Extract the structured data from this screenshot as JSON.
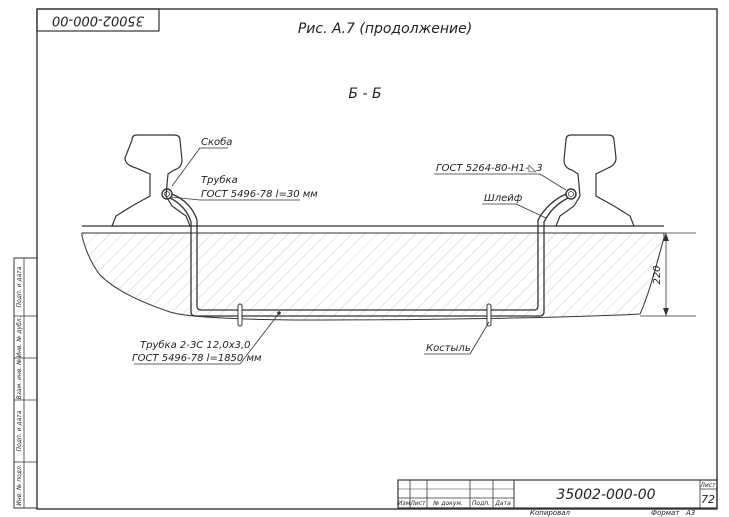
{
  "sheet": {
    "stamp_code_rotated": "35002-000-00",
    "figure_caption": "Рис. А.7 (продолжение)",
    "section_label": "Б - Б"
  },
  "callouts": {
    "skoba": "Скоба",
    "trubka_title": "Трубка",
    "trubka_gost": "ГОСТ 5496-78 l=30 мм",
    "gost_weld": "ГОСТ 5264-80-Н1-◺3",
    "shleif": "Шлейф",
    "trubka2_title": "Трубка 2-ЗС 12,0x3,0",
    "trubka2_gost": "ГОСТ 5496-78 l=1850 мм",
    "kostyl": "Костыль"
  },
  "dimensions": {
    "depth": "220"
  },
  "side_strip": {
    "labels": [
      "Подп. и дата",
      "Инв. № дубл.",
      "Взам. инв. №",
      "Подп. и дата",
      "Инв. № подл."
    ]
  },
  "title_block": {
    "col_izm": "Изм",
    "col_list": "Лист",
    "col_doc": "№ докум.",
    "col_podp": "Подп.",
    "col_data": "Дата",
    "designation": "35002-000-00",
    "sheet_label": "Лист",
    "sheet_number": "72",
    "copied": "Копировал",
    "format_label": "Формат",
    "format_value": "А3"
  }
}
